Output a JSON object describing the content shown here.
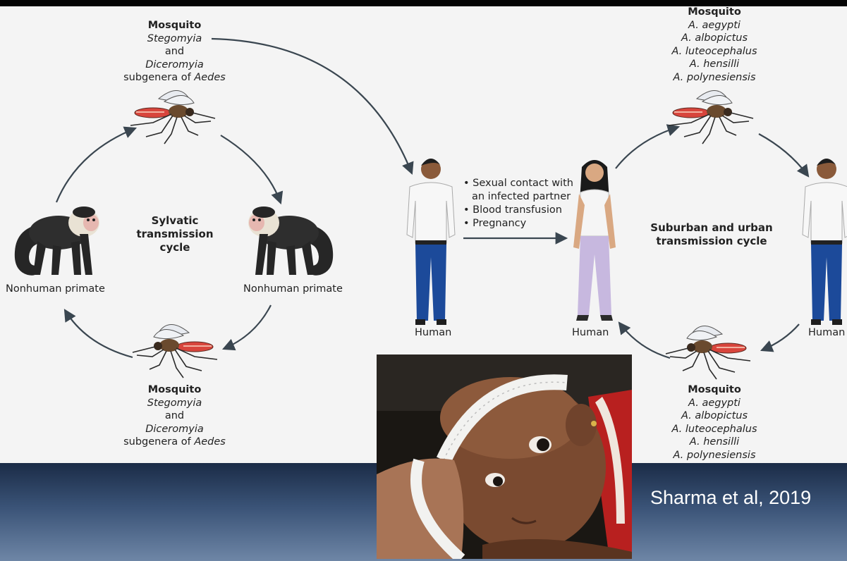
{
  "sylvatic": {
    "mosquito_top": {
      "title": "Mosquito",
      "line1": "Stegomyia",
      "line2": "and",
      "line3": "Diceromyia",
      "line4_pre": "subgenera of ",
      "line4_it": "Aedes"
    },
    "mosquito_bottom": {
      "title": "Mosquito",
      "line1": "Stegomyia",
      "line2": "and",
      "line3": "Diceromyia",
      "line4_pre": "subgenera of ",
      "line4_it": "Aedes"
    },
    "primate_left": "Nonhuman primate",
    "primate_right": "Nonhuman primate",
    "cycle_line1": "Sylvatic",
    "cycle_line2": "transmission",
    "cycle_line3": "cycle"
  },
  "urban": {
    "mosquito_top": {
      "title": "Mosquito",
      "s1": "A. aegypti",
      "s2": "A. albopictus",
      "s3": "A. luteocephalus",
      "s4": "A. hensilli",
      "s5": "A. polynesiensis"
    },
    "mosquito_bottom": {
      "title": "Mosquito",
      "s1": "A. aegypti",
      "s2": "A. albopictus",
      "s3": "A. luteocephalus",
      "s4": "A. hensilli",
      "s5": "A. polynesiensis"
    },
    "cycle_line1": "Suburban and urban",
    "cycle_line2": "transmission cycle"
  },
  "humans": {
    "h1": "Human",
    "h2": "Human",
    "h3": "Human"
  },
  "routes": {
    "r1": "• Sexual contact with",
    "r1b": "an infected partner",
    "r2": "• Blood transfusion",
    "r3": "• Pregnancy"
  },
  "credit": "Sharma et al, 2019",
  "colors": {
    "arrow": "#3a4650",
    "jeans": "#1c4a9a",
    "pants": "#c7b8df",
    "band_top": "#1b2c47",
    "band_bottom": "#6e86a6"
  }
}
